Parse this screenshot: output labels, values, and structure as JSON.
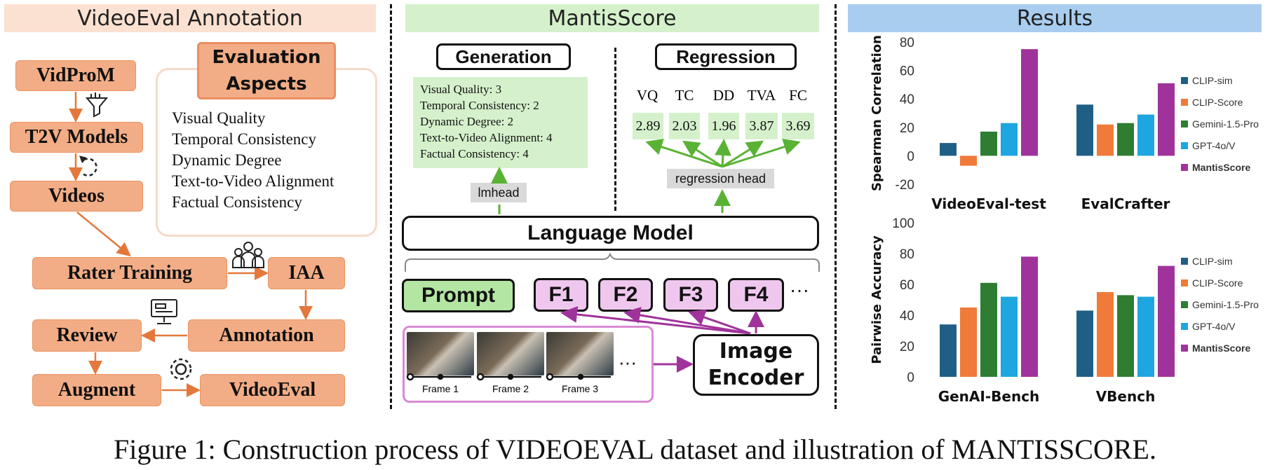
{
  "annotation": {
    "title": "VideoEval Annotation",
    "steps": {
      "vidprom": "VidProM",
      "t2v": "T2V Models",
      "videos": "Videos",
      "rater": "Rater Training",
      "iaa": "IAA",
      "annotation": "Annotation",
      "review": "Review",
      "augment": "Augment",
      "videoeval": "VideoEval"
    },
    "aspects_title": "Evaluation Aspects",
    "aspects": [
      "Visual Quality",
      "Temporal Consistency",
      "Dynamic Degree",
      "Text-to-Video Alignment",
      "Factual Consistency"
    ]
  },
  "mantis": {
    "title": "MantisScore",
    "generation_label": "Generation",
    "regression_label": "Regression",
    "gen_output": [
      "Visual Quality: 3",
      "Temporal Consistency: 2",
      "Dynamic Degree: 2",
      "Text-to-Video Alignment: 4",
      "Factual Consistency: 4"
    ],
    "reg_headers": [
      "VQ",
      "TC",
      "DD",
      "TVA",
      "FC"
    ],
    "reg_scores": [
      "2.89",
      "2.03",
      "1.96",
      "3.87",
      "3.69"
    ],
    "lmhead": "lmhead",
    "regression_head": "regression head",
    "language_model": "Language Model",
    "prompt": "Prompt",
    "features": [
      "F1",
      "F2",
      "F3",
      "F4"
    ],
    "ellipsis": "···",
    "frames": [
      "Frame 1",
      "Frame 2",
      "Frame 3"
    ],
    "frames_ellipsis": "···",
    "image_encoder": "Image Encoder"
  },
  "results": {
    "title": "Results"
  },
  "chart_data": [
    {
      "type": "bar",
      "categories": [
        "VideoEval-test",
        "EvalCrafter"
      ],
      "series": [
        {
          "name": "CLIP-sim",
          "values": [
            9,
            36
          ]
        },
        {
          "name": "CLIP-Score",
          "values": [
            -7,
            22
          ]
        },
        {
          "name": "Gemini-1.5-Pro",
          "values": [
            17,
            23
          ]
        },
        {
          "name": "GPT-4o/V",
          "values": [
            23,
            29
          ]
        },
        {
          "name": "MantisScore",
          "values": [
            75,
            51
          ]
        }
      ],
      "ylabel": "Spearman Correlation",
      "ylim": [
        -20,
        80
      ],
      "yticks": [
        "80",
        "60",
        "40",
        "20",
        "0",
        "-20"
      ],
      "colors": [
        "#1f5f85",
        "#f07a3a",
        "#2e7d32",
        "#1ea6e0",
        "#a0339b"
      ],
      "legend": "right"
    },
    {
      "type": "bar",
      "categories": [
        "GenAI-Bench",
        "VBench"
      ],
      "series": [
        {
          "name": "CLIP-sim",
          "values": [
            34,
            43
          ]
        },
        {
          "name": "CLIP-Score",
          "values": [
            45,
            55
          ]
        },
        {
          "name": "Gemini-1.5-Pro",
          "values": [
            61,
            53
          ]
        },
        {
          "name": "GPT-4o/V",
          "values": [
            52,
            52
          ]
        },
        {
          "name": "MantisScore",
          "values": [
            78,
            72
          ]
        }
      ],
      "ylabel": "Pairwise Accuracy",
      "ylim": [
        0,
        100
      ],
      "yticks": [
        "100",
        "80",
        "60",
        "40",
        "20",
        "0"
      ],
      "colors": [
        "#1f5f85",
        "#f07a3a",
        "#2e7d32",
        "#1ea6e0",
        "#a0339b"
      ],
      "legend": "right"
    }
  ],
  "caption": "Figure 1: Construction process of VIDEOEVAL dataset and illustration of MANTISSCORE."
}
